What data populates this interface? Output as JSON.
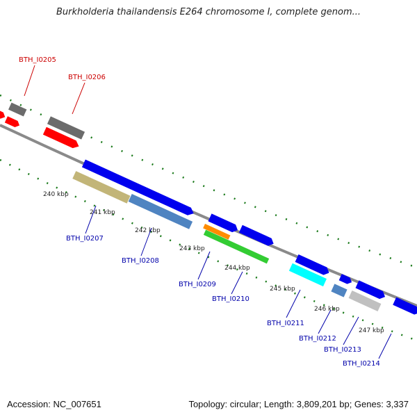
{
  "title": "Burkholderia thailandensis E264 chromosome I, complete genom...",
  "footer": {
    "accession": "Accession: NC_007651",
    "topology": "Topology: circular; Length: 3,809,201 bp; Genes: 3,337"
  },
  "colors": {
    "backbone": "#8a8a8a",
    "ticks": "#1a7a1a",
    "label_red": "#cc0000",
    "label_blue": "#0000aa"
  },
  "scale_labels": [
    "240 kbp",
    "241 kbp",
    "242 kbp",
    "243 kbp",
    "244 kbp",
    "245 kbp",
    "246 kbp",
    "247 kbp"
  ],
  "genes_top": [
    {
      "name": "BTH_I0205"
    },
    {
      "name": "BTH_I0206"
    }
  ],
  "genes_bottom": [
    {
      "name": "BTH_I0207"
    },
    {
      "name": "BTH_I0208"
    },
    {
      "name": "BTH_I0209"
    },
    {
      "name": "BTH_I0210"
    },
    {
      "name": "BTH_I0211"
    },
    {
      "name": "BTH_I0212"
    },
    {
      "name": "BTH_I0213"
    },
    {
      "name": "BTH_I0214"
    }
  ]
}
